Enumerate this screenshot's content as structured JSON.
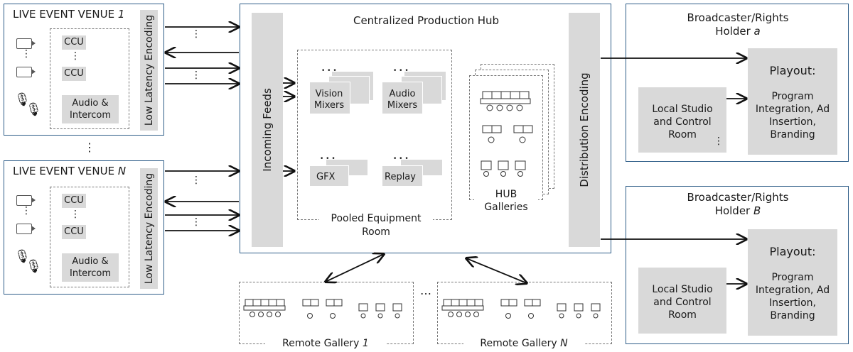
{
  "venue1": {
    "title_prefix": "LIVE EVENT VENUE ",
    "title_index": "1",
    "ccu1": "CCU",
    "dots": "⋮",
    "ccu2": "CCU",
    "audio": "Audio & Intercom",
    "encoding": "Low Latency Encoding"
  },
  "venue_dots": "⋮",
  "venueN": {
    "title_prefix": "LIVE EVENT VENUE ",
    "title_index": "N",
    "ccu1": "CCU",
    "dots": "⋮",
    "ccu2": "CCU",
    "audio": "Audio & Intercom",
    "encoding": "Low Latency Encoding"
  },
  "hub": {
    "title": "Centralized Production Hub",
    "incoming": "Incoming Feeds",
    "distribution": "Distribution Encoding",
    "pool_title": "Pooled Equipment Room",
    "vision": "Vision Mixers",
    "audio": "Audio Mixers",
    "gfx": "GFX",
    "replay": "Replay",
    "dots": "• • •",
    "galleries": "HUB Galleries"
  },
  "broadcasterA": {
    "title": "Broadcaster/Rights Holder ",
    "index": "a",
    "local": "Local Studio and Control Room",
    "local_dots": "⋮",
    "playout_title": "Playout:",
    "playout_body": "Program Integration, Ad Insertion, Branding"
  },
  "broadcasterB": {
    "title": "Broadcaster/Rights Holder ",
    "index": "B",
    "local": "Local Studio and Control Room",
    "playout_title": "Playout:",
    "playout_body": "Program Integration, Ad Insertion, Branding"
  },
  "remote1": {
    "title": "Remote Gallery ",
    "index": "1"
  },
  "remote_dots": "…",
  "remoteN": {
    "title": "Remote Gallery ",
    "index": "N"
  },
  "arrow_dots": "⋮",
  "colors": {
    "border": "#2e5d88",
    "fill": "#d9d9d9",
    "dash": "#777777",
    "ink": "#1a1a1a"
  }
}
